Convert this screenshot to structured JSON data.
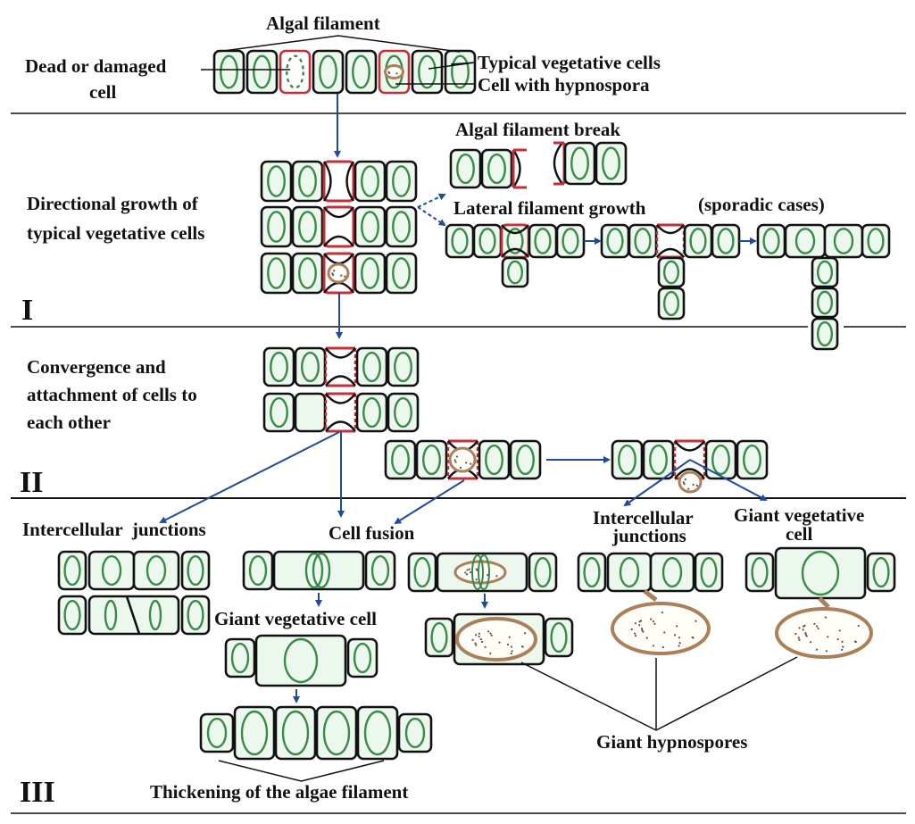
{
  "title": "Algal filament",
  "colors": {
    "cell_border": "#111111",
    "chloroplast": "#3a8a4a",
    "cell_fill": "#ecf8ee",
    "damaged_border": "#c0303a",
    "hypnospore": "#a9805a",
    "arrow": "#1f4b99",
    "divider": "#111111"
  },
  "header": {
    "algal_filament": "Algal filament",
    "dead_cell_line1": "Dead or damaged",
    "dead_cell_line2": "cell",
    "typical_cells": "Typical vegetative cells",
    "cell_hypnospora": "Cell with hypnospora"
  },
  "stage1": {
    "roman": "I",
    "label_line1": "Directional growth of",
    "label_line2": "typical vegetative cells",
    "break_label": "Algal filament break",
    "lateral_label": "Lateral filament growth",
    "lateral_note": "(sporadic cases)"
  },
  "stage2": {
    "roman": "II",
    "label_line1": "Convergence and",
    "label_line2": "attachment of cells to",
    "label_line3": "each other"
  },
  "stage3": {
    "roman": "III",
    "intercellular": "Intercellular  junctions",
    "cell_fusion": "Cell fusion",
    "intercellular2_line1": "Intercellular",
    "intercellular2_line2": "junctions",
    "giant_veg_line1": "Giant vegetative",
    "giant_veg_line2": "cell",
    "giant_veg_mid": "Giant vegetative cell",
    "giant_hypnospores": "Giant hypnospores",
    "thickening": "Thickening of the algae filament"
  }
}
